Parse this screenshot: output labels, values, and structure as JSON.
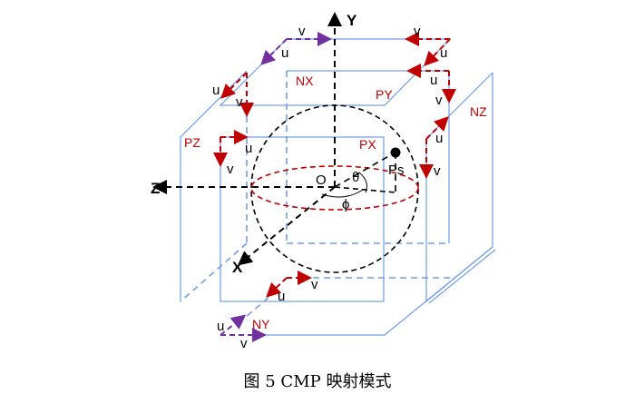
{
  "figure": {
    "caption": "图 5 CMP 映射模式",
    "axes": {
      "y": "Y",
      "z": "Z",
      "x": "X",
      "origin": "O"
    },
    "point_label": "Ps",
    "angle_theta": "θ",
    "angle_phi": "ϕ",
    "faces": {
      "nx": "NX",
      "py": "PY",
      "nz": "NZ",
      "pz": "PZ",
      "px": "PX",
      "ny": "NY"
    },
    "u": "u",
    "v": "v",
    "colors": {
      "face_edge": "#6f9ee8",
      "face_label": "#c00000",
      "uv_red": "#c00000",
      "uv_purple": "#7030a0"
    }
  }
}
